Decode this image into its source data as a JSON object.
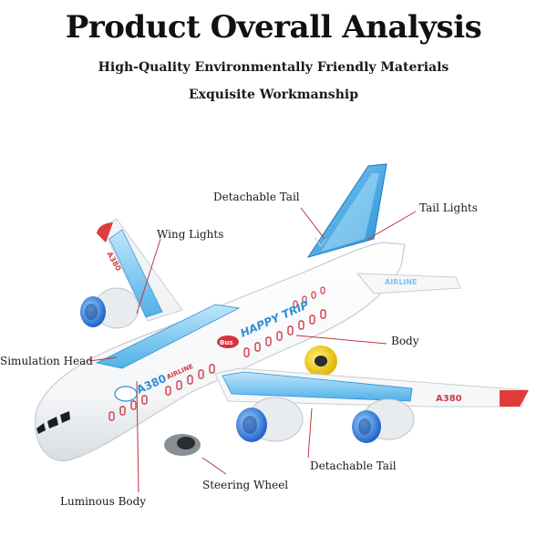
{
  "header": {
    "title": "Product Overall Analysis",
    "subtitle_1": "High-Quality Environmentally Friendly Materials",
    "subtitle_2": "Exquisite Workmanship"
  },
  "callouts": {
    "detachable_tail_top": "Detachable Tail",
    "tail_lights": "Tail Lights",
    "wing_lights": "Wing Lights",
    "body": "Body",
    "simulation_head": "Simulation Head",
    "detachable_tail_bottom": "Detachable Tail",
    "steering_wheel": "Steering Wheel",
    "luminous_body": "Luminous Body"
  },
  "decals": {
    "model": "A380",
    "airline": "AIRLINE",
    "happy_trip": "HAPPY TRIP",
    "wingtip": "A380",
    "stabilizer": "AIRLINE",
    "logo": "Bus",
    "back_wing": "A380"
  },
  "colors": {
    "fuselage": "#ffffff",
    "window_blue": "#2e8fd6",
    "light_blue": "#8fd0f2",
    "engine_blue": "#2f7fe0",
    "wingtip_red": "#e03b3b",
    "callout_line": "#c0353d",
    "wheel_yellow": "#f3d31a"
  }
}
